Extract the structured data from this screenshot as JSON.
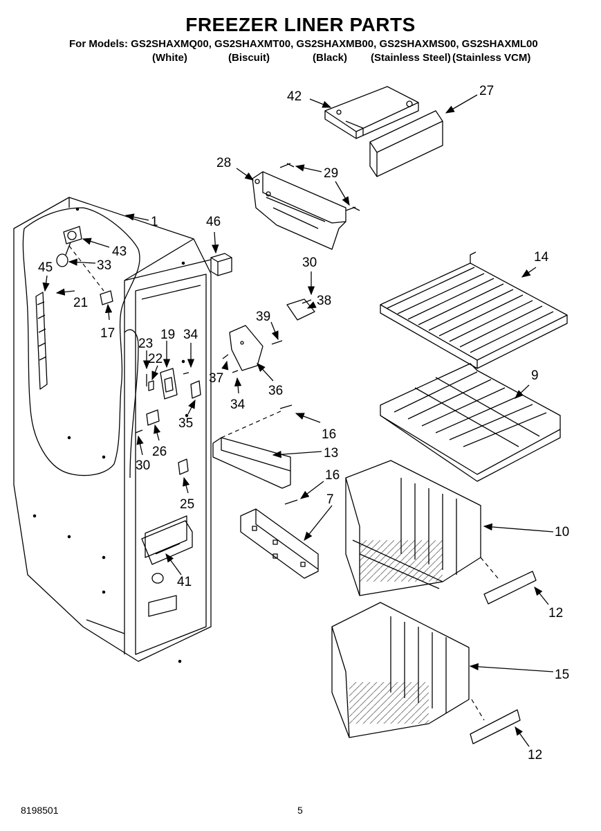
{
  "header": {
    "title": "FREEZER LINER PARTS",
    "models_line": "For Models: GS2SHAXMQ00, GS2SHAXMT00, GS2SHAXMB00, GS2SHAXMS00, GS2SHAXML00",
    "colors": [
      "(White)",
      "(Biscuit)",
      "(Black)",
      "(Stainless Steel)",
      "(Stainless VCM)"
    ]
  },
  "callouts": [
    {
      "id": "c42",
      "label": "42"
    },
    {
      "id": "c27",
      "label": "27"
    },
    {
      "id": "c28",
      "label": "28"
    },
    {
      "id": "c29",
      "label": "29"
    },
    {
      "id": "c1",
      "label": "1"
    },
    {
      "id": "c46",
      "label": "46"
    },
    {
      "id": "c43",
      "label": "43"
    },
    {
      "id": "c33",
      "label": "33"
    },
    {
      "id": "c45",
      "label": "45"
    },
    {
      "id": "c21",
      "label": "21"
    },
    {
      "id": "c17",
      "label": "17"
    },
    {
      "id": "c30a",
      "label": "30"
    },
    {
      "id": "c38",
      "label": "38"
    },
    {
      "id": "c14",
      "label": "14"
    },
    {
      "id": "c39",
      "label": "39"
    },
    {
      "id": "c19",
      "label": "19"
    },
    {
      "id": "c34a",
      "label": "34"
    },
    {
      "id": "c23",
      "label": "23"
    },
    {
      "id": "c22",
      "label": "22"
    },
    {
      "id": "c37",
      "label": "37"
    },
    {
      "id": "c36",
      "label": "36"
    },
    {
      "id": "c34b",
      "label": "34"
    },
    {
      "id": "c35",
      "label": "35"
    },
    {
      "id": "c9",
      "label": "9"
    },
    {
      "id": "c16a",
      "label": "16"
    },
    {
      "id": "c26",
      "label": "26"
    },
    {
      "id": "c13",
      "label": "13"
    },
    {
      "id": "c30b",
      "label": "30"
    },
    {
      "id": "c16b",
      "label": "16"
    },
    {
      "id": "c7",
      "label": "7"
    },
    {
      "id": "c25",
      "label": "25"
    },
    {
      "id": "c10",
      "label": "10"
    },
    {
      "id": "c41",
      "label": "41"
    },
    {
      "id": "c12a",
      "label": "12"
    },
    {
      "id": "c15",
      "label": "15"
    },
    {
      "id": "c12b",
      "label": "12"
    }
  ],
  "footer": {
    "doc_number": "8198501",
    "page_number": "5"
  }
}
